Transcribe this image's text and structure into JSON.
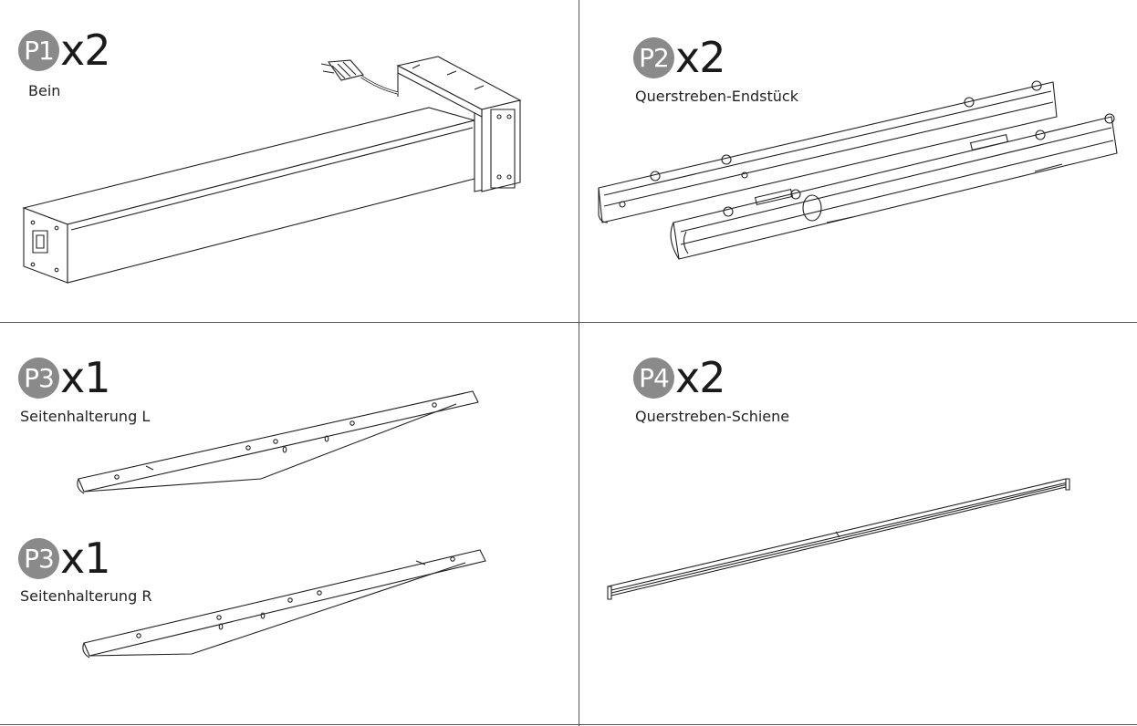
{
  "parts": [
    {
      "badge": "P1",
      "qty": "x2",
      "name": "Bein"
    },
    {
      "badge": "P2",
      "qty": "x2",
      "name": "Querstreben-Endstück"
    },
    {
      "badge": "P3",
      "qty": "x1",
      "name": "Seitenhalterung L"
    },
    {
      "badge": "P3",
      "qty": "x1",
      "name": "Seitenhalterung R"
    },
    {
      "badge": "P4",
      "qty": "x2",
      "name": "Querstreben-Schiene"
    }
  ],
  "colors": {
    "badge": "#8a8a8a",
    "line": "#555555"
  }
}
